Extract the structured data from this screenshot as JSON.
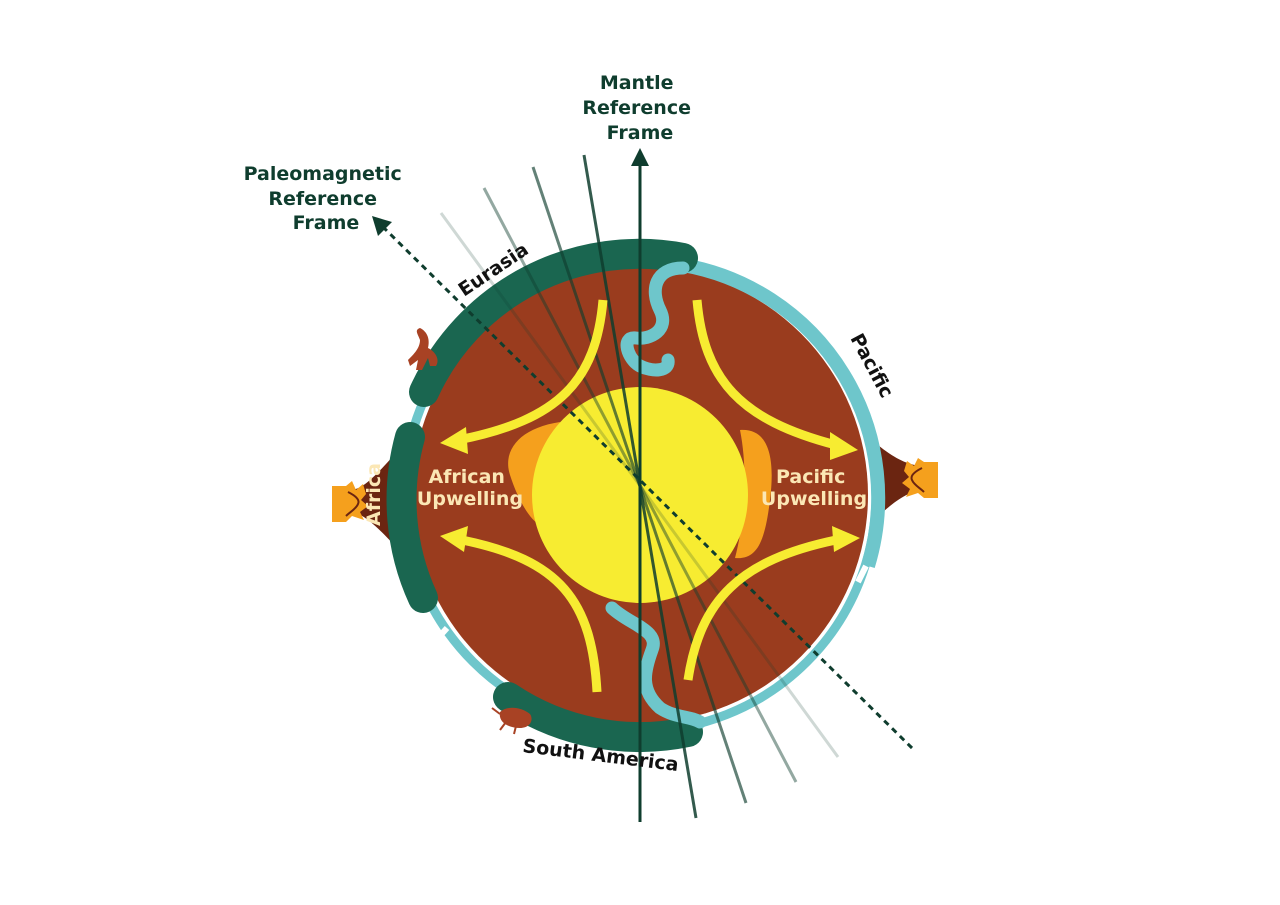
{
  "labels": {
    "mantle_frame": [
      "Mantle",
      "Reference",
      "Frame"
    ],
    "paleomagnetic_frame": [
      "Paleomagnetic",
      "Reference",
      "Frame"
    ],
    "eurasia": "Eurasia",
    "pacific": "Pacific",
    "africa": "Africa",
    "south_america": "South America",
    "african_upwelling": [
      "African",
      "Upwelling"
    ],
    "pacific_upwelling": [
      "Pacific",
      "Upwelling"
    ]
  },
  "colors": {
    "mantle": "#9a3c1e",
    "core": "#f7ec31",
    "continental_plate": "#1a6650",
    "oceanic_plate": "#6ec6cb",
    "upwelling_blob": "#f5a01d",
    "flow_arrow": "#f7ec31",
    "frame_line": "#0f3d2e",
    "volcano_dark": "#6b2511",
    "volcano_lava": "#f5a01d",
    "fossil": "#a84224"
  },
  "icons": [
    "dinosaur-fossil-icon",
    "trilobite-fossil-icon",
    "volcano-icon"
  ]
}
